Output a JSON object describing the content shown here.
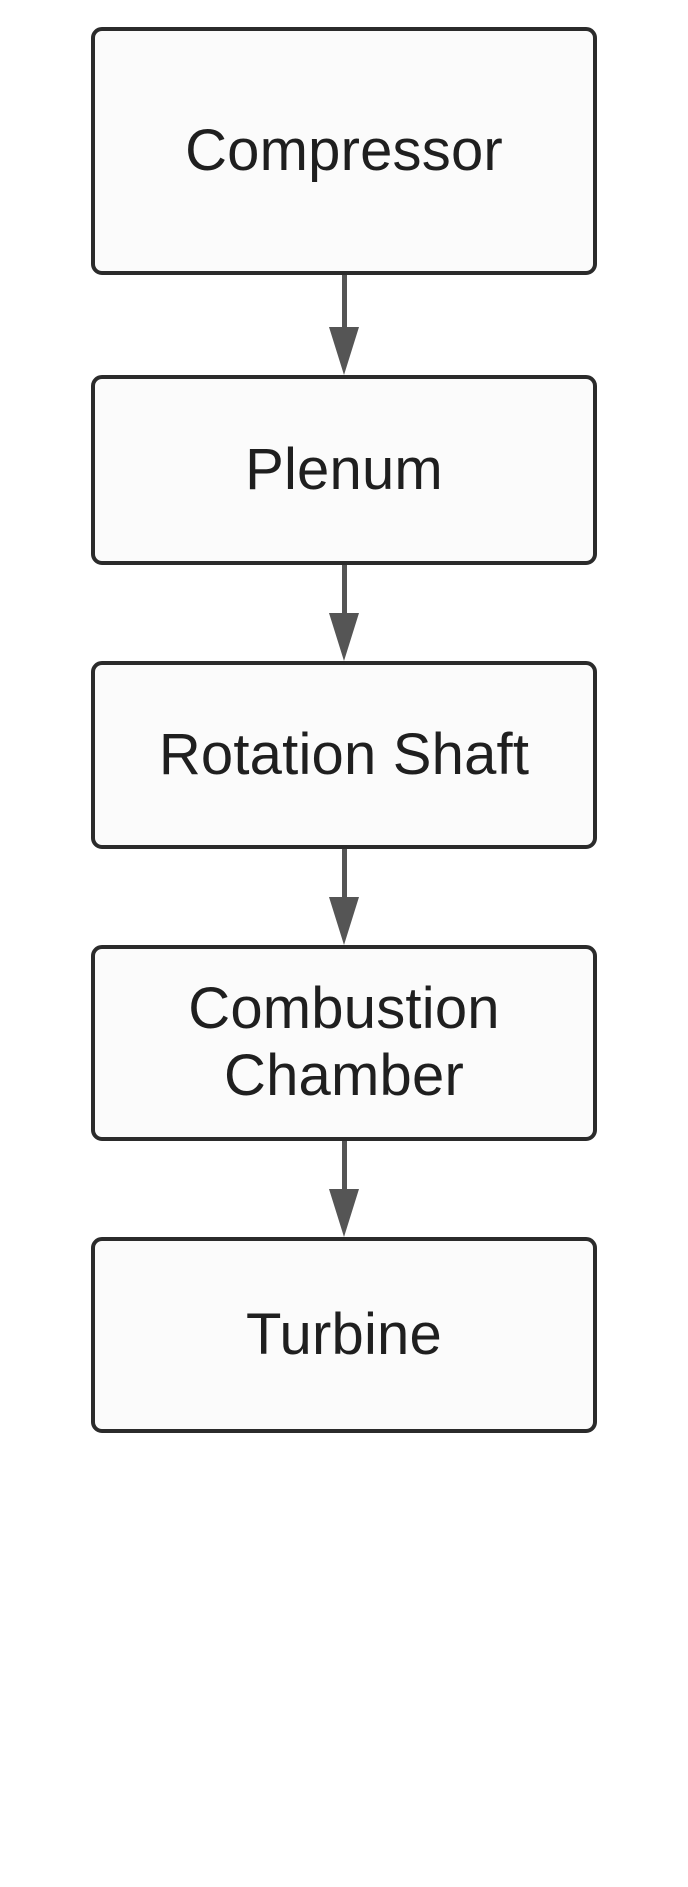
{
  "diagram": {
    "type": "flowchart",
    "orientation": "top-to-bottom",
    "background_color": "#ffffff",
    "node_fill_color": "#fbfbfb",
    "node_border_color": "#2b2b2b",
    "edge_color": "#555555",
    "text_color": "#1f1f1f",
    "nodes": [
      {
        "id": "compressor",
        "label": "Compressor"
      },
      {
        "id": "plenum",
        "label": "Plenum"
      },
      {
        "id": "rotation-shaft",
        "label": "Rotation Shaft"
      },
      {
        "id": "combustion",
        "label": "Combustion\nChamber"
      },
      {
        "id": "turbine",
        "label": "Turbine"
      }
    ],
    "edges": [
      {
        "id": "edge-1",
        "from": "compressor",
        "to": "plenum",
        "arrow": "arrow-down-icon",
        "label": ""
      },
      {
        "id": "edge-2",
        "from": "plenum",
        "to": "rotation-shaft",
        "arrow": "arrow-down-icon",
        "label": ""
      },
      {
        "id": "edge-3",
        "from": "rotation-shaft",
        "to": "combustion",
        "arrow": "arrow-down-icon",
        "label": ""
      },
      {
        "id": "edge-4",
        "from": "combustion",
        "to": "turbine",
        "arrow": "arrow-down-icon",
        "label": ""
      }
    ]
  }
}
